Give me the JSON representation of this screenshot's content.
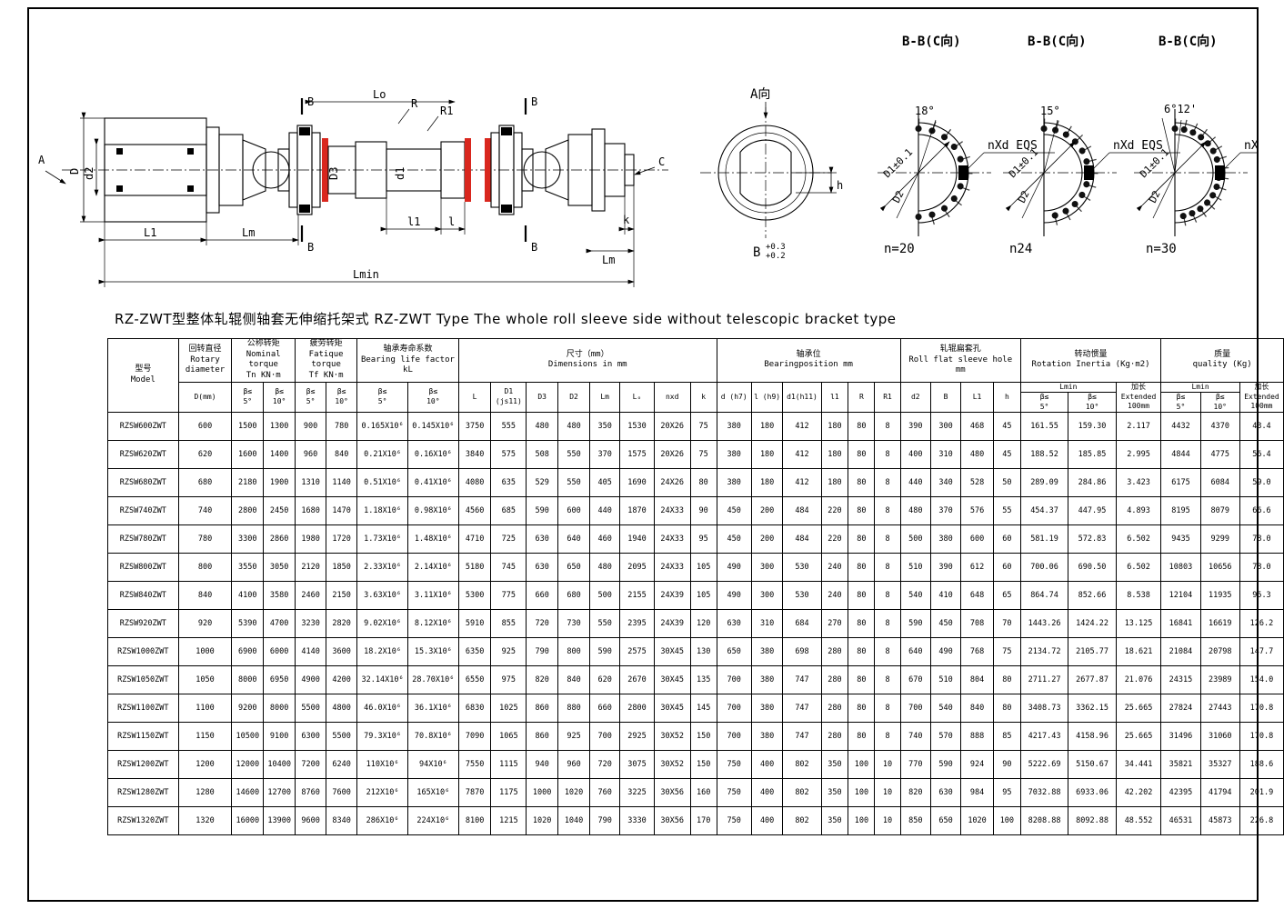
{
  "title": "RZ-ZWT型整体轧辊侧轴套无伸缩托架式 RZ-ZWT Type The whole roll sleeve side without telescopic bracket type",
  "colors": {
    "seal_red": "#d9271e"
  },
  "drawing": {
    "labels": {
      "A": "A",
      "D": "D",
      "d2": "d2",
      "L1": "L1",
      "Lm": "Lm",
      "B": "B",
      "Lo": "Lo",
      "R": "R",
      "R1": "R1",
      "D3": "D3",
      "d1": "d1",
      "l1": "l1",
      "l": "l",
      "C": "C",
      "k": "k",
      "Lmin": "Lmin"
    },
    "a_view": {
      "title": "A向",
      "h": "h",
      "tol_base": "B",
      "tol_sup": "+0.3",
      "tol_sub": "+0.2"
    },
    "sections": [
      {
        "name": "B-B(C向)",
        "angle": "18°",
        "d1": "D1±0.1",
        "d2": "D2",
        "holes": "nXd EQS",
        "caption": "n=20"
      },
      {
        "name": "B-B(C向)",
        "angle": "15°",
        "d1": "D1±0.1",
        "d2": "D2",
        "holes": "nXd EQS",
        "caption": "n24"
      },
      {
        "name": "B-B(C向)",
        "angle": "6°12'",
        "d1": "D1±0.1",
        "d2": "D2",
        "holes": "nXd EQS",
        "caption": "n=30"
      }
    ]
  },
  "table": {
    "header_rows": [
      [
        {
          "lines": [
            "型号",
            "Model"
          ],
          "rs": 3,
          "w": 78
        },
        {
          "lines": [
            "回转直径",
            "Rotary",
            "diameter"
          ]
        },
        {
          "lines": [
            "公称转矩",
            "Nominal torque",
            "Tn KN·m"
          ],
          "cs": 2
        },
        {
          "lines": [
            "疲劳转矩",
            "Fatique torque",
            "Tf KN·m"
          ],
          "cs": 2
        },
        {
          "lines": [
            "轴承寿命系数",
            "Bearing life factor",
            "kL"
          ],
          "cs": 2
        },
        {
          "lines": [
            "尺寸（mm）",
            "Dimensions in mm"
          ],
          "cs": 8
        },
        {
          "lines": [
            "轴承位",
            "Bearingposition  mm"
          ],
          "cs": 6
        },
        {
          "lines": [
            "轧辊扁套孔",
            "Roll flat sleeve hole",
            "mm"
          ],
          "cs": 4
        },
        {
          "lines": [
            "转动惯量",
            "Rotation Inertia (Kg·m2)"
          ],
          "cs": 3
        },
        {
          "lines": [
            "质量",
            "quality (Kg)"
          ],
          "cs": 3
        }
      ],
      [
        {
          "lines": [
            "D(mm)"
          ],
          "rs": 2,
          "w": 58
        },
        {
          "lines": [
            "β≤",
            "5°"
          ],
          "rs": 2,
          "w": 33
        },
        {
          "lines": [
            "β≤",
            "10°"
          ],
          "rs": 2,
          "w": 33
        },
        {
          "lines": [
            "β≤",
            "5°"
          ],
          "rs": 2,
          "w": 33
        },
        {
          "lines": [
            "β≤",
            "10°"
          ],
          "rs": 2,
          "w": 33
        },
        {
          "lines": [
            "β≤",
            "5°"
          ],
          "rs": 2,
          "w": 54
        },
        {
          "lines": [
            "β≤",
            "10°"
          ],
          "rs": 2,
          "w": 54
        },
        {
          "lines": [
            "L"
          ],
          "rs": 2,
          "w": 35
        },
        {
          "lines": [
            "D1",
            "(js11)"
          ],
          "rs": 2,
          "w": 37
        },
        {
          "lines": [
            "D3"
          ],
          "rs": 2,
          "w": 34
        },
        {
          "lines": [
            "D2"
          ],
          "rs": 2,
          "w": 34
        },
        {
          "lines": [
            "Lm"
          ],
          "rs": 2,
          "w": 33
        },
        {
          "lines": [
            "Lₒ"
          ],
          "rs": 2,
          "w": 37
        },
        {
          "lines": [
            "nxd"
          ],
          "rs": 2,
          "w": 39
        },
        {
          "lines": [
            "k"
          ],
          "rs": 2,
          "w": 28
        },
        {
          "lines": [
            "d (h7)"
          ],
          "rs": 2,
          "w": 38
        },
        {
          "lines": [
            "l (h9)"
          ],
          "rs": 2,
          "w": 34
        },
        {
          "lines": [
            "d1(h11)"
          ],
          "rs": 2,
          "w": 40
        },
        {
          "lines": [
            "l1"
          ],
          "rs": 2,
          "w": 29
        },
        {
          "lines": [
            "R"
          ],
          "rs": 2,
          "w": 28
        },
        {
          "lines": [
            "R1"
          ],
          "rs": 2,
          "w": 28
        },
        {
          "lines": [
            "d2"
          ],
          "rs": 2,
          "w": 33
        },
        {
          "lines": [
            "B"
          ],
          "rs": 2,
          "w": 33
        },
        {
          "lines": [
            "L1"
          ],
          "rs": 2,
          "w": 35
        },
        {
          "lines": [
            "h"
          ],
          "rs": 2,
          "w": 29
        },
        {
          "lines": [
            "Lmin"
          ],
          "cs": 2
        },
        {
          "lines": [
            "加长",
            "Extended",
            "100mm"
          ],
          "rs": 2,
          "w": 48
        },
        {
          "lines": [
            "Lmin"
          ],
          "cs": 2
        },
        {
          "lines": [
            "加长",
            "Extended",
            "100mm"
          ],
          "rs": 2,
          "w": 46
        }
      ],
      [
        {
          "lines": [
            "β≤",
            "5°"
          ],
          "w": 52
        },
        {
          "lines": [
            "β≤",
            "10°"
          ],
          "w": 52
        },
        {
          "lines": [
            "β≤",
            "5°"
          ],
          "w": 43
        },
        {
          "lines": [
            "β≤",
            "10°"
          ],
          "w": 43
        }
      ]
    ],
    "rows": [
      [
        "RZSW600ZWT",
        "600",
        "1500",
        "1300",
        "900",
        "780",
        "0.165X10⁶",
        "0.145X10⁶",
        "3750",
        "555",
        "480",
        "480",
        "350",
        "1530",
        "20X26",
        "75",
        "380",
        "180",
        "412",
        "180",
        "80",
        "8",
        "390",
        "300",
        "468",
        "45",
        "161.55",
        "159.30",
        "2.117",
        "4432",
        "4370",
        "43.4"
      ],
      [
        "RZSW620ZWT",
        "620",
        "1600",
        "1400",
        "960",
        "840",
        "0.21X10⁶",
        "0.16X10⁶",
        "3840",
        "575",
        "508",
        "550",
        "370",
        "1575",
        "20X26",
        "75",
        "380",
        "180",
        "412",
        "180",
        "80",
        "8",
        "400",
        "310",
        "480",
        "45",
        "188.52",
        "185.85",
        "2.995",
        "4844",
        "4775",
        "56.4"
      ],
      [
        "RZSW680ZWT",
        "680",
        "2180",
        "1900",
        "1310",
        "1140",
        "0.51X10⁶",
        "0.41X10⁶",
        "4080",
        "635",
        "529",
        "550",
        "405",
        "1690",
        "24X26",
        "80",
        "380",
        "180",
        "412",
        "180",
        "80",
        "8",
        "440",
        "340",
        "528",
        "50",
        "289.09",
        "284.86",
        "3.423",
        "6175",
        "6084",
        "59.0"
      ],
      [
        "RZSW740ZWT",
        "740",
        "2800",
        "2450",
        "1680",
        "1470",
        "1.18X10⁶",
        "0.98X10⁶",
        "4560",
        "685",
        "590",
        "600",
        "440",
        "1870",
        "24X33",
        "90",
        "450",
        "200",
        "484",
        "220",
        "80",
        "8",
        "480",
        "370",
        "576",
        "55",
        "454.37",
        "447.95",
        "4.893",
        "8195",
        "8079",
        "66.6"
      ],
      [
        "RZSW780ZWT",
        "780",
        "3300",
        "2860",
        "1980",
        "1720",
        "1.73X10⁶",
        "1.48X10⁶",
        "4710",
        "725",
        "630",
        "640",
        "460",
        "1940",
        "24X33",
        "95",
        "450",
        "200",
        "484",
        "220",
        "80",
        "8",
        "500",
        "380",
        "600",
        "60",
        "581.19",
        "572.83",
        "6.502",
        "9435",
        "9299",
        "78.0"
      ],
      [
        "RZSW800ZWT",
        "800",
        "3550",
        "3050",
        "2120",
        "1850",
        "2.33X10⁶",
        "2.14X10⁶",
        "5180",
        "745",
        "630",
        "650",
        "480",
        "2095",
        "24X33",
        "105",
        "490",
        "300",
        "530",
        "240",
        "80",
        "8",
        "510",
        "390",
        "612",
        "60",
        "700.06",
        "690.50",
        "6.502",
        "10803",
        "10656",
        "78.0"
      ],
      [
        "RZSW840ZWT",
        "840",
        "4100",
        "3580",
        "2460",
        "2150",
        "3.63X10⁶",
        "3.11X10⁶",
        "5300",
        "775",
        "660",
        "680",
        "500",
        "2155",
        "24X39",
        "105",
        "490",
        "300",
        "530",
        "240",
        "80",
        "8",
        "540",
        "410",
        "648",
        "65",
        "864.74",
        "852.66",
        "8.538",
        "12104",
        "11935",
        "95.3"
      ],
      [
        "RZSW920ZWT",
        "920",
        "5390",
        "4700",
        "3230",
        "2820",
        "9.02X10⁶",
        "8.12X10⁶",
        "5910",
        "855",
        "720",
        "730",
        "550",
        "2395",
        "24X39",
        "120",
        "630",
        "310",
        "684",
        "270",
        "80",
        "8",
        "590",
        "450",
        "708",
        "70",
        "1443.26",
        "1424.22",
        "13.125",
        "16841",
        "16619",
        "126.2"
      ],
      [
        "RZSW1000ZWT",
        "1000",
        "6900",
        "6000",
        "4140",
        "3600",
        "18.2X10⁶",
        "15.3X10⁶",
        "6350",
        "925",
        "790",
        "800",
        "590",
        "2575",
        "30X45",
        "130",
        "650",
        "380",
        "698",
        "280",
        "80",
        "8",
        "640",
        "490",
        "768",
        "75",
        "2134.72",
        "2105.77",
        "18.621",
        "21084",
        "20798",
        "147.7"
      ],
      [
        "RZSW1050ZWT",
        "1050",
        "8000",
        "6950",
        "4900",
        "4200",
        "32.14X10⁶",
        "28.70X10⁶",
        "6550",
        "975",
        "820",
        "840",
        "620",
        "2670",
        "30X45",
        "135",
        "700",
        "380",
        "747",
        "280",
        "80",
        "8",
        "670",
        "510",
        "804",
        "80",
        "2711.27",
        "2677.87",
        "21.076",
        "24315",
        "23989",
        "154.0"
      ],
      [
        "RZSW1100ZWT",
        "1100",
        "9200",
        "8000",
        "5500",
        "4800",
        "46.0X10⁶",
        "36.1X10⁶",
        "6830",
        "1025",
        "860",
        "880",
        "660",
        "2800",
        "30X45",
        "145",
        "700",
        "380",
        "747",
        "280",
        "80",
        "8",
        "700",
        "540",
        "840",
        "80",
        "3408.73",
        "3362.15",
        "25.665",
        "27824",
        "27443",
        "170.8"
      ],
      [
        "RZSW1150ZWT",
        "1150",
        "10500",
        "9100",
        "6300",
        "5500",
        "79.3X10⁶",
        "70.8X10⁶",
        "7090",
        "1065",
        "860",
        "925",
        "700",
        "2925",
        "30X52",
        "150",
        "700",
        "380",
        "747",
        "280",
        "80",
        "8",
        "740",
        "570",
        "888",
        "85",
        "4217.43",
        "4158.96",
        "25.665",
        "31496",
        "31060",
        "170.8"
      ],
      [
        "RZSW1200ZWT",
        "1200",
        "12000",
        "10400",
        "7200",
        "6240",
        "110X10⁶",
        "94X10⁶",
        "7550",
        "1115",
        "940",
        "960",
        "720",
        "3075",
        "30X52",
        "150",
        "750",
        "400",
        "802",
        "350",
        "100",
        "10",
        "770",
        "590",
        "924",
        "90",
        "5222.69",
        "5150.67",
        "34.441",
        "35821",
        "35327",
        "188.6"
      ],
      [
        "RZSW1280ZWT",
        "1280",
        "14600",
        "12700",
        "8760",
        "7600",
        "212X10⁶",
        "165X10⁶",
        "7870",
        "1175",
        "1000",
        "1020",
        "760",
        "3225",
        "30X56",
        "160",
        "750",
        "400",
        "802",
        "350",
        "100",
        "10",
        "820",
        "630",
        "984",
        "95",
        "7032.88",
        "6933.06",
        "42.202",
        "42395",
        "41794",
        "201.9"
      ],
      [
        "RZSW1320ZWT",
        "1320",
        "16000",
        "13900",
        "9600",
        "8340",
        "286X10⁶",
        "224X10⁶",
        "8100",
        "1215",
        "1020",
        "1040",
        "790",
        "3330",
        "30X56",
        "170",
        "750",
        "400",
        "802",
        "350",
        "100",
        "10",
        "850",
        "650",
        "1020",
        "100",
        "8208.88",
        "8092.88",
        "48.552",
        "46531",
        "45873",
        "226.8"
      ]
    ]
  }
}
